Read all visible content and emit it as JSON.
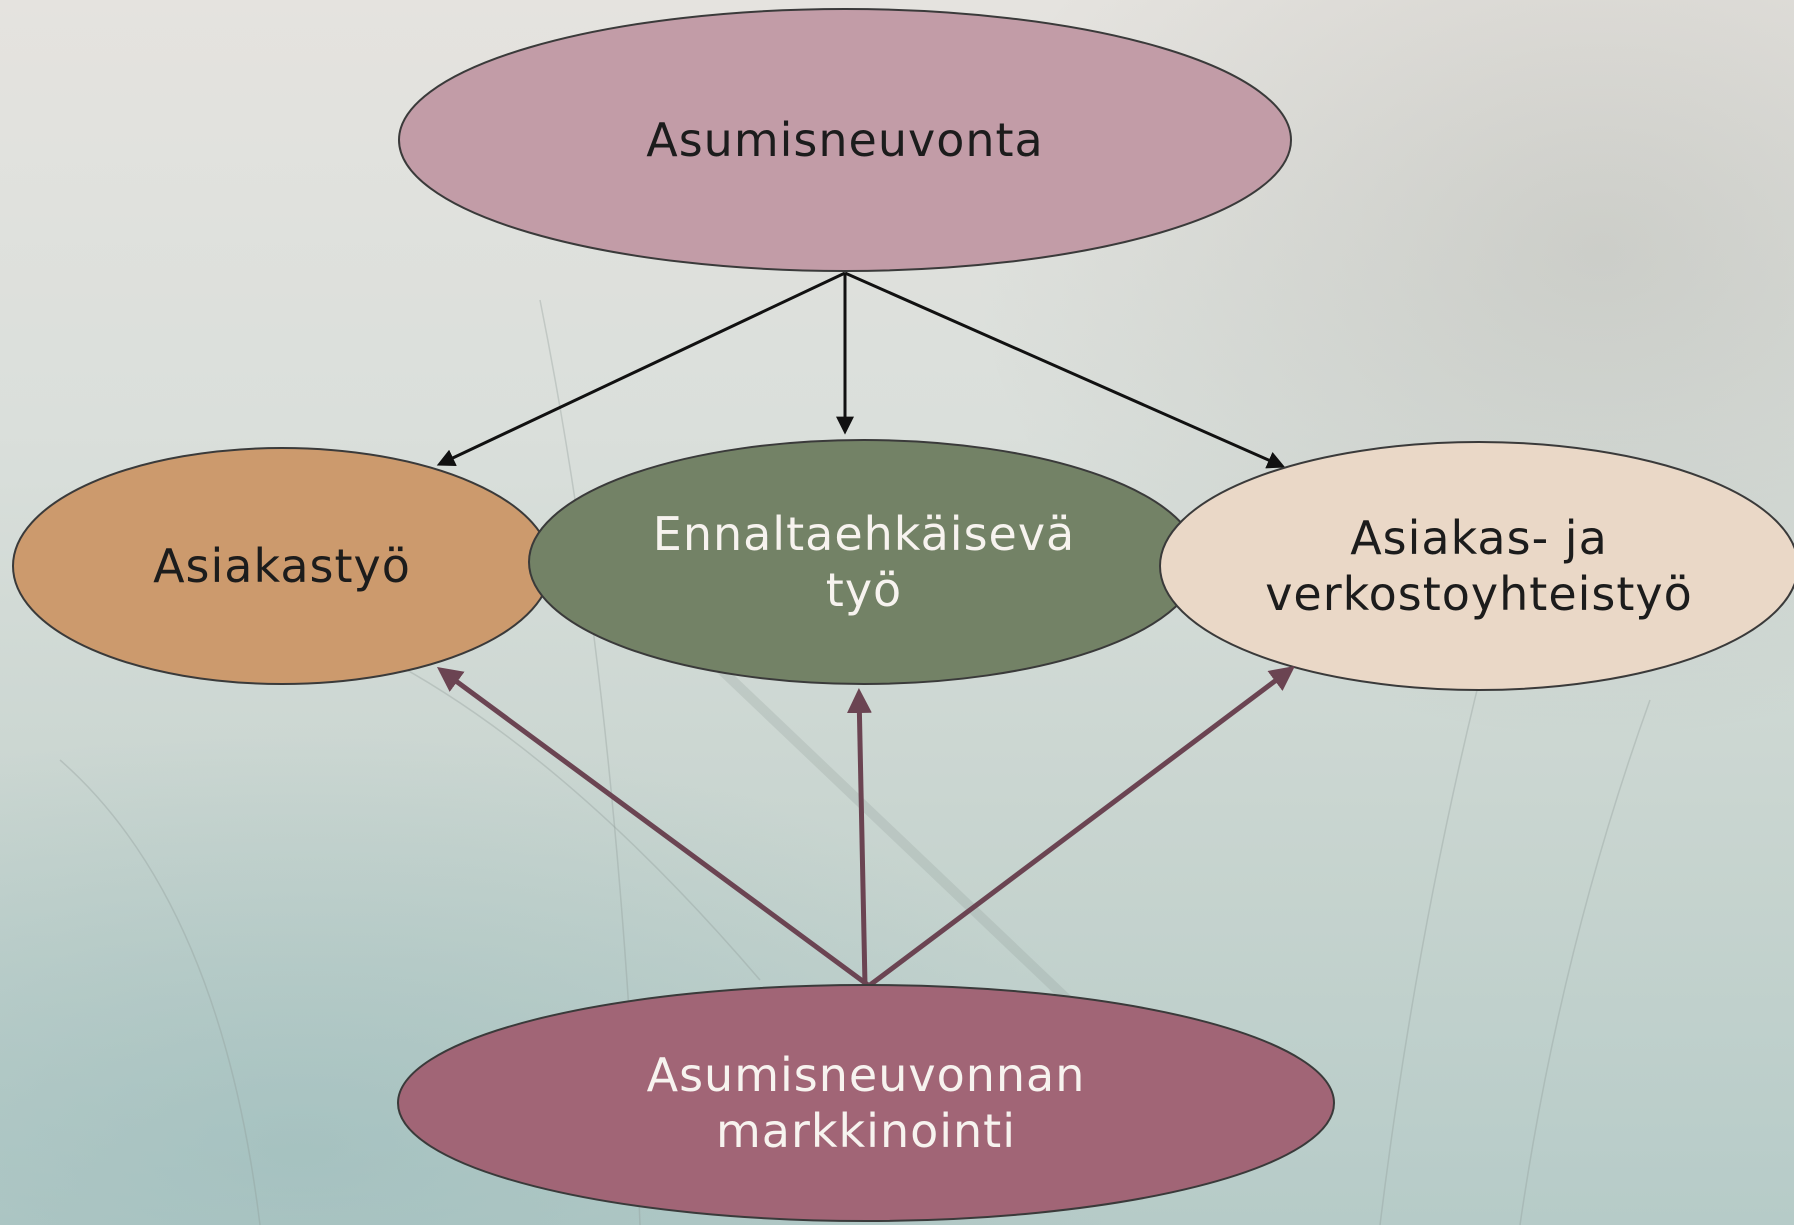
{
  "nodes": {
    "top": {
      "label": "Asumisneuvonta",
      "fill": "#c29ca7"
    },
    "left": {
      "label": "Asiakastyö",
      "fill": "#cc9a6d"
    },
    "center": {
      "label_line1": "Ennaltaehkäisevä",
      "label_line2": "työ",
      "fill": "#738266"
    },
    "right": {
      "label_line1": "Asiakas- ja",
      "label_line2": "verkostoyhteistyö",
      "fill": "#ead8c7"
    },
    "bottom": {
      "label_line1": "Asumisneuvonnan",
      "label_line2": "markkinointi",
      "fill": "#a16576"
    }
  },
  "colors": {
    "outline": "#3a3a3a",
    "arrow_top": "#111111",
    "arrow_bottom": "#6b4452"
  }
}
